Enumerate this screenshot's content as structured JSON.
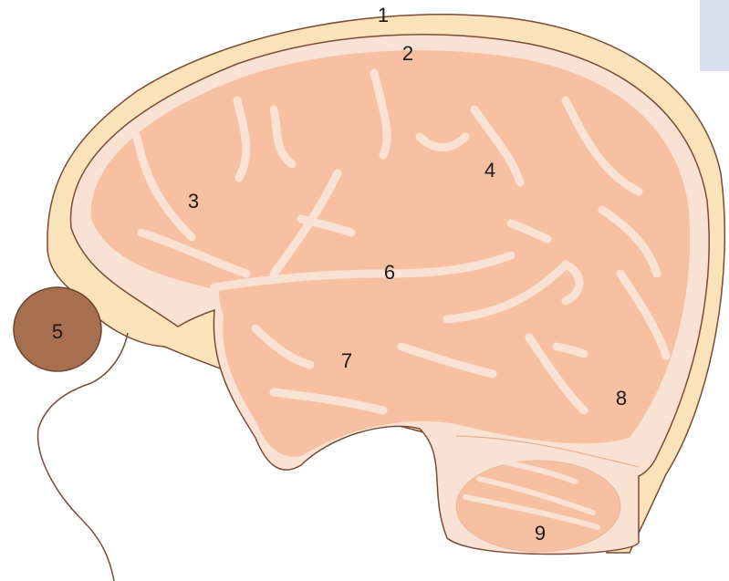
{
  "diagram": {
    "labels": [
      "1",
      "2",
      "3",
      "4",
      "5",
      "6",
      "7",
      "8",
      "9"
    ]
  },
  "colors": {
    "skull": "#fbe3b9",
    "meninges": "#f9e2d3",
    "brain": "#f6c0a1",
    "outline": "#7a4a36",
    "eye": "#a86f4e",
    "corner_tab": "#d8e0f0"
  }
}
